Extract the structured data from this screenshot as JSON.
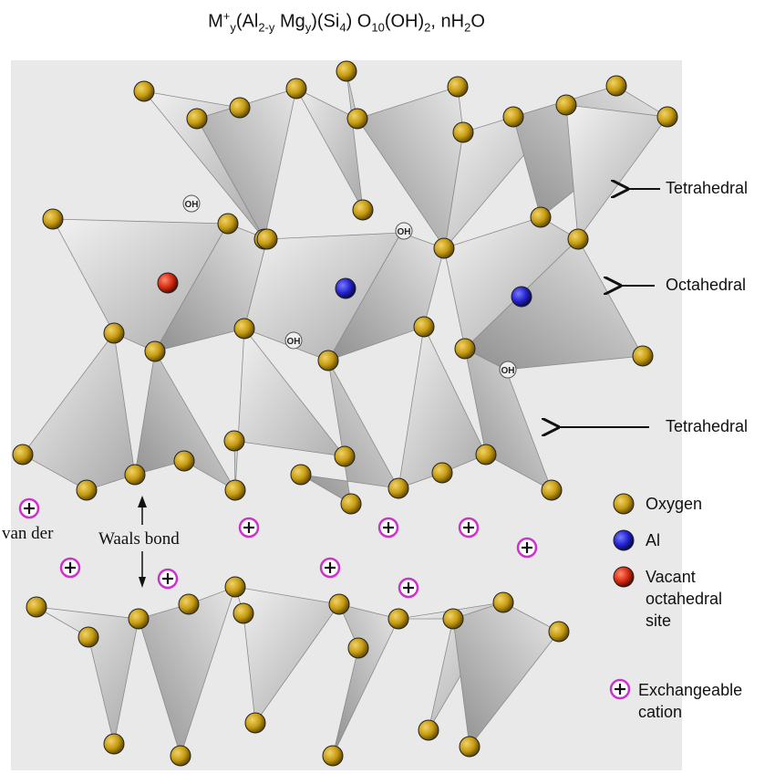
{
  "formula": {
    "m": "M",
    "plus": "+",
    "y1": "y",
    "al_open": "(Al",
    "two_minus_y": "2-y",
    "mg": " Mg",
    "y2": "y",
    "si_open": ")(Si",
    "four": "4",
    "o_close": ") O",
    "ten": "10",
    "oh": "(OH)",
    "two": "2",
    "n_h": ", nH",
    "two_b": "2",
    "o_end": "O"
  },
  "layer_labels": {
    "tetrahedral_top": "Tetrahedral",
    "octahedral": "Octahedral",
    "tetrahedral_bottom": "Tetrahedral"
  },
  "hydroxyl_label": "OH",
  "bond": {
    "line1": "van der",
    "line2": "Waals bond"
  },
  "legend": {
    "oxygen": "Oxygen",
    "al": "Al",
    "vacant_1": "Vacant",
    "vacant_2": "octahedral",
    "vacant_3": "site",
    "exch_1": "Exchangeable",
    "exch_2": "cation"
  },
  "colors": {
    "oxygen": "#c49a10",
    "al": "#2222cc",
    "vacant": "#d42a10",
    "cation_ring": "#cc33cc",
    "panel_bg": "#e8e8e8",
    "polyhedra": "#c8c8c8"
  }
}
